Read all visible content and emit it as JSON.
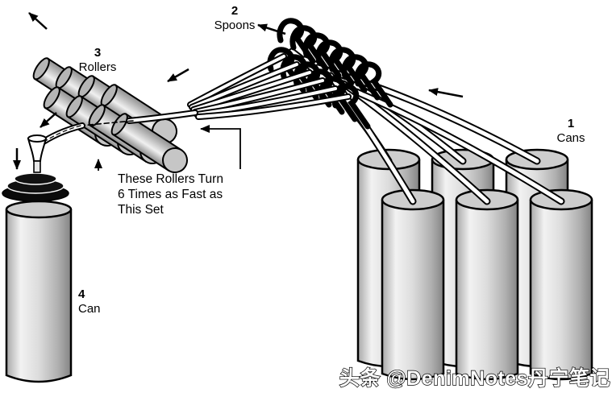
{
  "labels": {
    "cans": {
      "number": "1",
      "text": "Cans"
    },
    "spoons": {
      "number": "2",
      "text": "Spoons"
    },
    "rollers": {
      "number": "3",
      "text": "Rollers"
    },
    "can": {
      "number": "4",
      "text": "Can"
    }
  },
  "callout": {
    "lines": [
      "These Rollers Turn",
      "6 Times as Fast as",
      "This Set"
    ]
  },
  "watermark": {
    "text": "头条 @DenimNotes丹宁笔记"
  },
  "colors": {
    "outline": "#000000",
    "metal_light": "#f2f2f2",
    "metal_mid": "#c6c6c6",
    "metal_dark": "#848484",
    "background": "#ffffff"
  }
}
